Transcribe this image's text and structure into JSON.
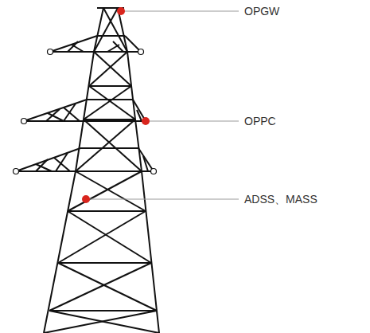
{
  "diagram": {
    "labels": [
      "OPGW",
      "OPPC",
      "ADSS、MASS"
    ]
  }
}
